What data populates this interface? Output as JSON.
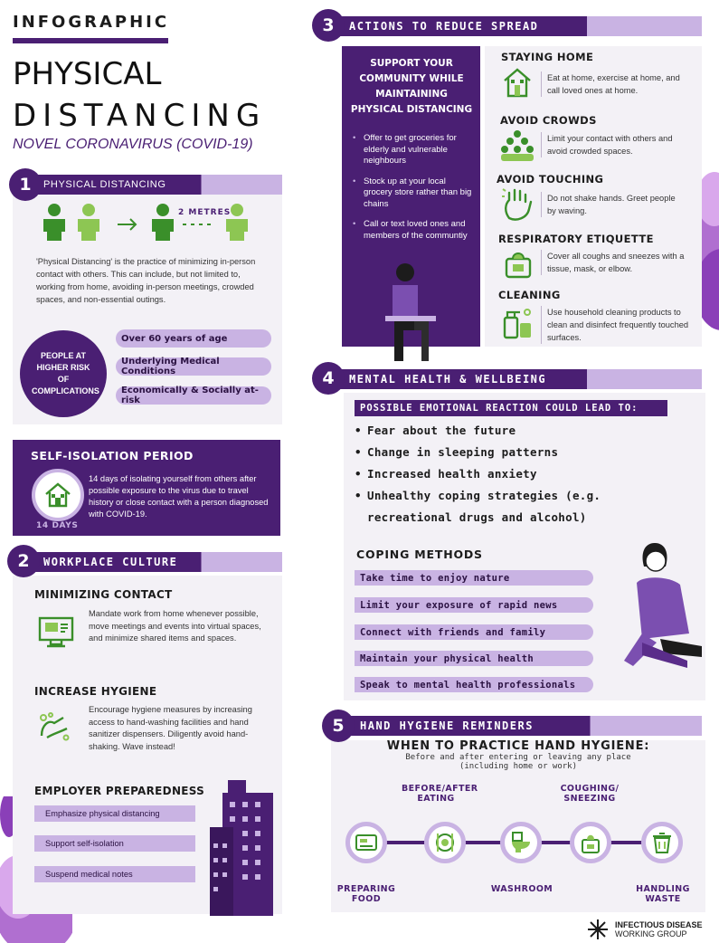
{
  "header": {
    "kicker": "INFOGRAPHIC",
    "title_line1": "PHYSICAL",
    "title_line2": "DISTANCING",
    "subtitle": "NOVEL CORONAVIRUS (COVID-19)"
  },
  "section1": {
    "number": "1",
    "title": "PHYSICAL DISTANCING",
    "distance_label": "2 METRES",
    "description": "'Physical Distancing' is the practice of minimizing in-person contact with others. This can include, but not limited to, working from home, avoiding in-person meetings, crowded spaces, and non-essential outings.",
    "risk_title": "PEOPLE AT HIGHER RISK OF COMPLICATIONS",
    "risk_items": [
      "Over 60 years of age",
      "Underlying Medical Conditions",
      "Economically & Socially at-risk"
    ]
  },
  "self_isolation": {
    "title": "SELF-ISOLATION PERIOD",
    "text": "14 days of isolating yourself from others after possible exposure to the virus due to travel history or close contact with a person diagnosed with COVID-19.",
    "days_label": "14 DAYS"
  },
  "section2": {
    "number": "2",
    "title": "WORKPLACE CULTURE",
    "minimizing_title": "MINIMIZING CONTACT",
    "minimizing_text": "Mandate work from home whenever possible, move meetings and  events into virtual spaces, and minimize shared items and spaces.",
    "hygiene_title": "INCREASE HYGIENE",
    "hygiene_text": "Encourage hygiene measures by increasing access to hand-washing facilities and hand sanitizer dispensers. Diligently avoid hand-shaking. Wave instead!",
    "preparedness_title": "EMPLOYER PREPAREDNESS",
    "preparedness_items": [
      "Emphasize physical distancing",
      "Support self-isolation",
      "Suspend medical notes"
    ]
  },
  "section3": {
    "number": "3",
    "title": "ACTIONS TO REDUCE SPREAD",
    "support_title": "SUPPORT YOUR COMMUNITY WHILE MAINTAINING PHYSICAL DISTANCING",
    "support_items": [
      "Offer to get groceries for elderly and vulnerable neighbours",
      "Stock up at your local grocery store rather than big chains",
      "Call  or text loved ones and members of the communtiy"
    ],
    "actions": [
      {
        "title": "STAYING HOME",
        "text": "Eat at home, exercise at home, and call loved ones at home."
      },
      {
        "title": "AVOID CROWDS",
        "text": "Limit your contact with others and avoid crowded spaces."
      },
      {
        "title": "AVOID TOUCHING",
        "text": "Do not shake hands. Greet people by waving."
      },
      {
        "title": "RESPIRATORY ETIQUETTE",
        "text": "Cover all coughs and sneezes with a tissue, mask, or elbow."
      },
      {
        "title": "CLEANING",
        "text": "Use household cleaning products to clean and disinfect frequently touched surfaces."
      }
    ]
  },
  "section4": {
    "number": "4",
    "title": "MENTAL HEALTH & WELLBEING",
    "emotional_title": "POSSIBLE EMOTIONAL REACTION COULD LEAD TO:",
    "emotional_items": [
      "Fear about the future",
      "Change in sleeping patterns",
      "Increased health anxiety",
      "Unhealthy coping strategies (e.g. recreational drugs and alcohol)"
    ],
    "coping_title": "COPING METHODS",
    "coping_items": [
      "Take time to enjoy nature",
      "Limit your exposure of rapid news",
      "Connect with friends and family",
      "Maintain your physical health",
      "Speak to mental health professionals"
    ]
  },
  "section5": {
    "number": "5",
    "title": "HAND HYGIENE REMINDERS",
    "subtitle": "WHEN TO PRACTICE HAND HYGIENE:",
    "note_line1": "Before and after entering or leaving any place",
    "note_line2": "(including home or work)",
    "steps": [
      "PREPARING FOOD",
      "BEFORE/AFTER EATING",
      "WASHROOM",
      "COUGHING/ SNEEZING",
      "HANDLING WASTE"
    ]
  },
  "footer": {
    "org_line1": "INFECTIOUS DISEASE",
    "org_line2": "WORKING GROUP"
  },
  "colors": {
    "primary": "#4a1f73",
    "lavender": "#c9b3e3",
    "green": "#3a8f2a",
    "light_green": "#8dc653",
    "panel": "#f3f1f6"
  }
}
